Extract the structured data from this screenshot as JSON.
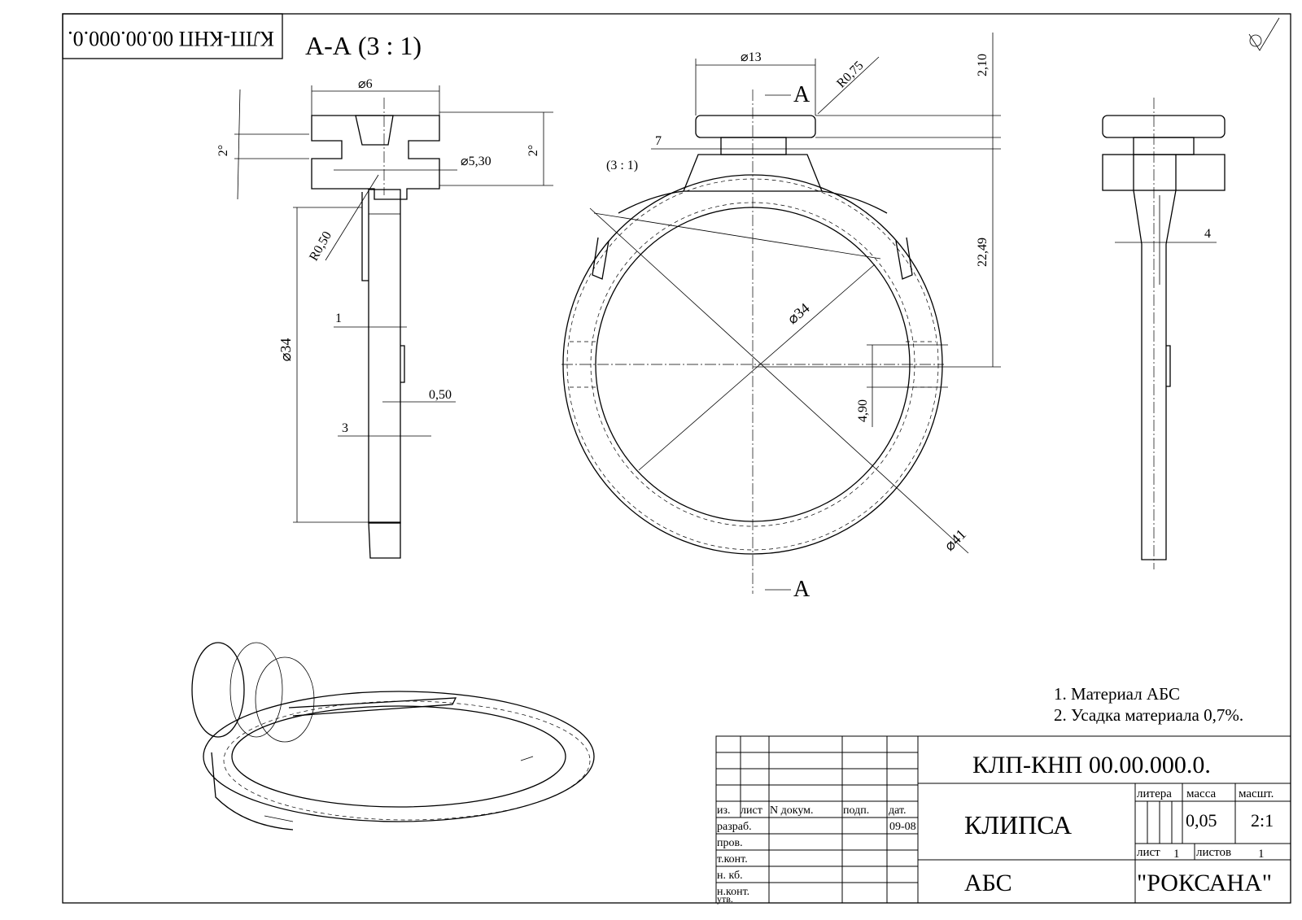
{
  "corner_code": "КЛП-КНП   00.00.000.0.",
  "section_label": "А-А (3 : 1)",
  "section_dims": {
    "d6": "6",
    "d530": "5,30",
    "angle_left": "2°",
    "angle_right": "2°",
    "r050": "R0,50",
    "d34": "34",
    "one": "1",
    "half": "0,50",
    "three": "3"
  },
  "front_dims": {
    "d13": "13",
    "r075": "R0,75",
    "cut_top": "А",
    "cut_bottom": "А",
    "seven": "7",
    "scale_note": "(3 : 1)",
    "d34": "34",
    "d41": "41",
    "h210": "2,10",
    "h2249": "22,49",
    "h490": "4,90"
  },
  "side_dims": {
    "four": "4"
  },
  "notes": [
    "1. Материал АБС",
    "2. Усадка материала 0,7%."
  ],
  "title_block": {
    "designation": "КЛП-КНП   00.00.000.0.",
    "name": "КЛИПСА",
    "material": "АБС",
    "company": "\"РОКСАНА\"",
    "col_headers": [
      "из.",
      "лист",
      "N  докум.",
      "подп.",
      "дат."
    ],
    "roles": [
      "разраб.",
      "пров.",
      "т.конт.",
      "н. кб.",
      "н.конт.",
      "утв."
    ],
    "date": "09-08",
    "litera_label": "литера",
    "mass_label": "масса",
    "scale_label": "масшт.",
    "mass": "0,05",
    "scale": "2:1",
    "sheet_label": "лист",
    "sheet": "1",
    "sheets_label": "листов",
    "sheets": "1"
  }
}
